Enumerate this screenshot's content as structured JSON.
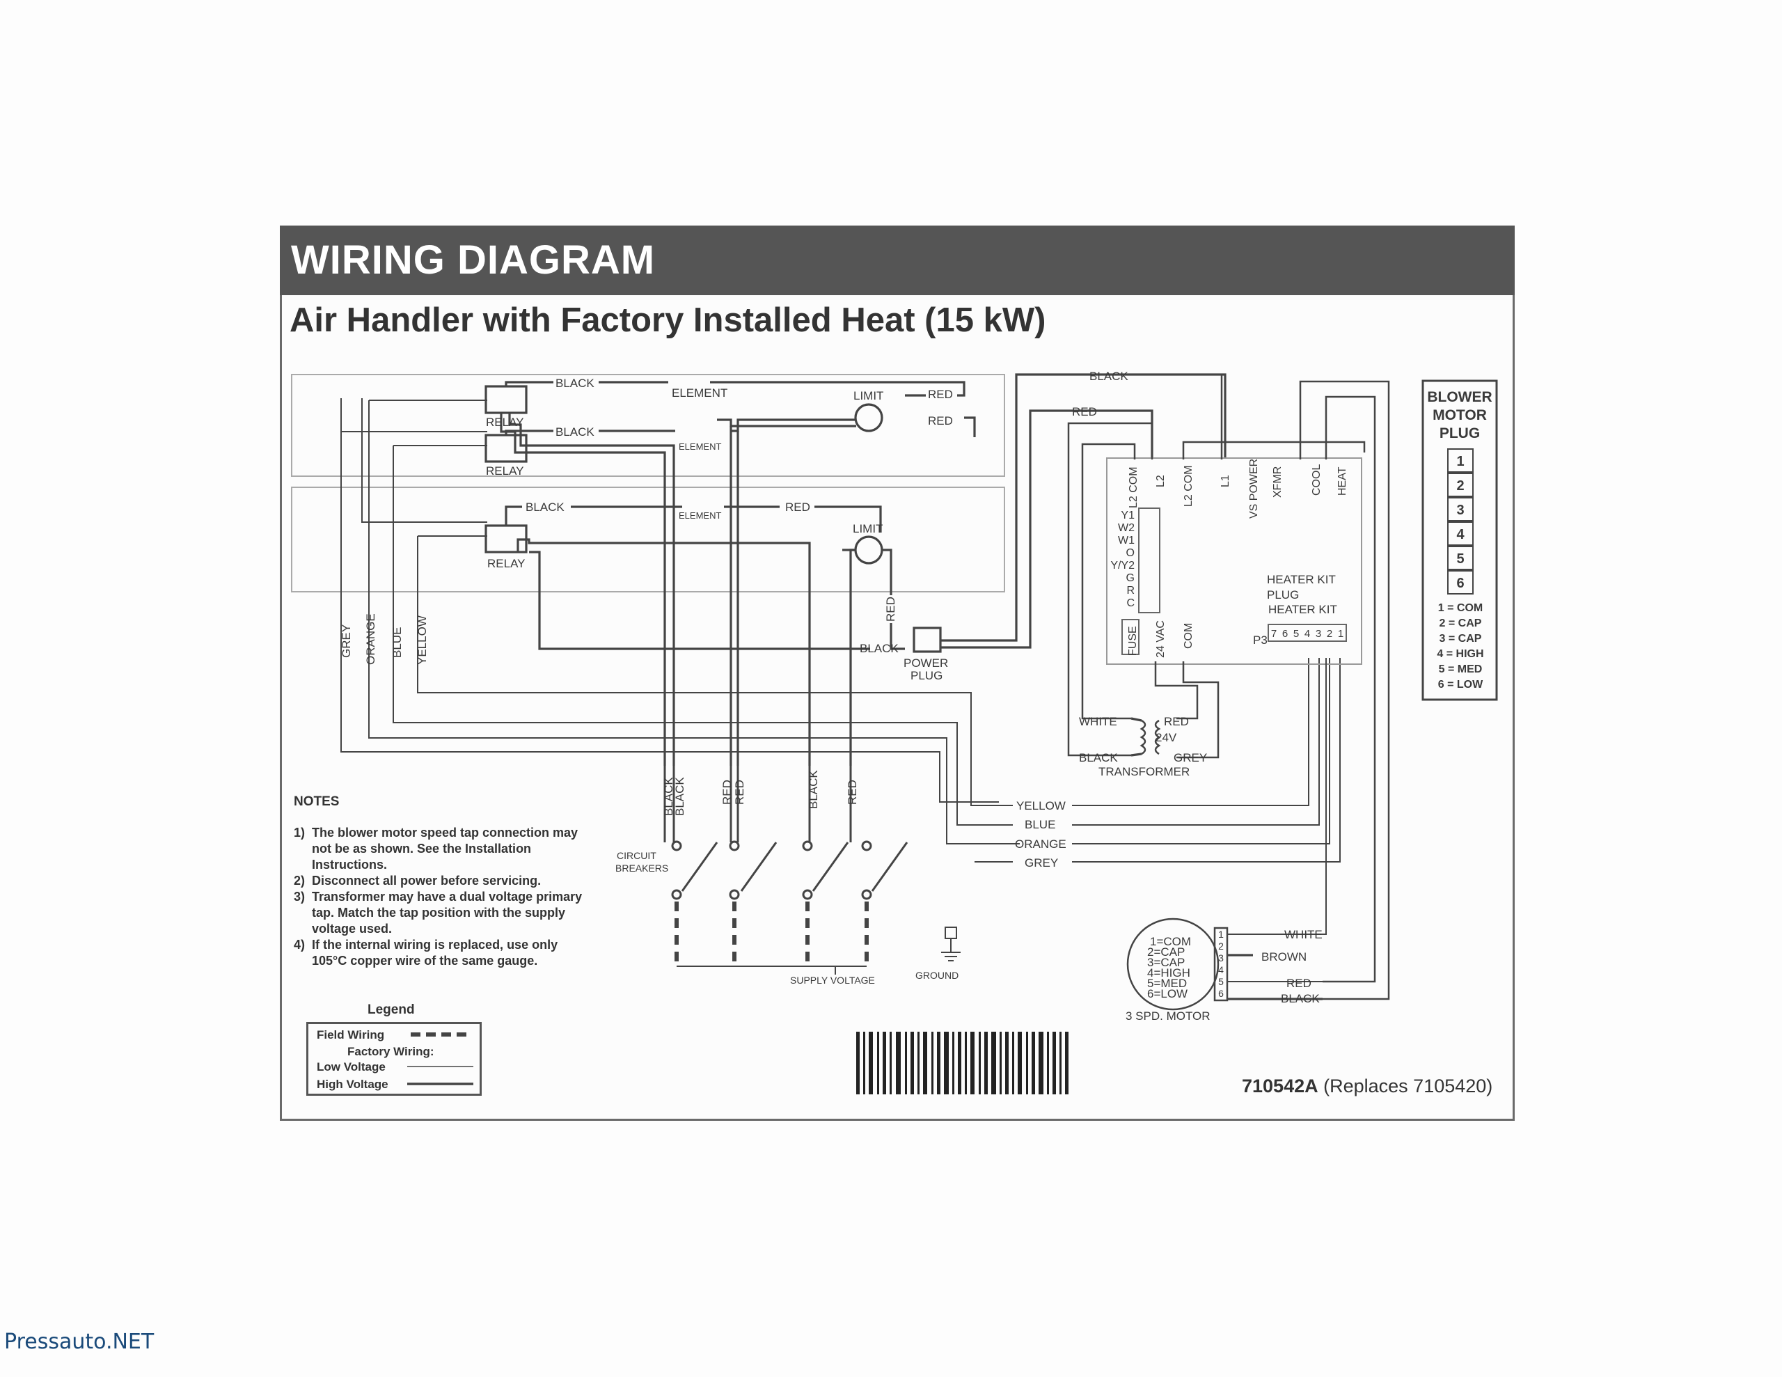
{
  "banner": {
    "title": "WIRING DIAGRAM"
  },
  "subtitle": "Air Handler with Factory Installed Heat (15 kW)",
  "wire_labels": {
    "black": "BLACK",
    "red": "RED",
    "element": "ELEMENT",
    "relay": "RELAY",
    "limit": "LIMIT",
    "grey": "GREY",
    "orange": "ORANGE",
    "blue": "BLUE",
    "yellow": "YELLOW",
    "white": "WHITE",
    "brown": "BROWN"
  },
  "power_plug": {
    "line1": "POWER",
    "line2": "PLUG"
  },
  "control_board": {
    "top_terminals": [
      "L2 COM",
      "L2",
      "L2 COM",
      "L1",
      "VS POWER",
      "XFMR",
      "COOL",
      "HEAT"
    ],
    "left_terminals": [
      "Y1",
      "W2",
      "W1",
      "O",
      "Y/Y2",
      "G",
      "R",
      "C"
    ],
    "bottom_terminals": [
      "FUSE",
      "24 VAC",
      "COM"
    ],
    "heater_kit_plug": {
      "line1": "HEATER KIT",
      "line2": "PLUG"
    },
    "p3_label": "P3",
    "p3_pins": [
      "7",
      "6",
      "5",
      "4",
      "3",
      "2",
      "1"
    ]
  },
  "transformer": {
    "label": "TRANSFORMER",
    "voltage": "24V"
  },
  "blower_motor_plug": {
    "title": [
      "BLOWER",
      "MOTOR",
      "PLUG"
    ],
    "pins": [
      "1",
      "2",
      "3",
      "4",
      "5",
      "6"
    ],
    "key": [
      "1 = COM",
      "2 = CAP",
      "3 = CAP",
      "4 = HIGH",
      "5 = MED",
      "6 = LOW"
    ]
  },
  "motor": {
    "label": "3 SPD. MOTOR",
    "taps": [
      "1=COM",
      "2=CAP",
      "3=CAP",
      "4=HIGH",
      "5=MED",
      "6=LOW"
    ],
    "pins": [
      "1",
      "2",
      "3",
      "4",
      "5",
      "6"
    ]
  },
  "circuit_breakers": {
    "line1": "CIRCUIT",
    "line2": "BREAKERS"
  },
  "supply_voltage": "SUPPLY VOLTAGE",
  "ground": "GROUND",
  "notes": {
    "heading": "NOTES",
    "items": [
      {
        "num": "1)",
        "text": "The blower motor speed tap connection may not be as shown. See the Installation Instructions."
      },
      {
        "num": "2)",
        "text": "Disconnect all power before servicing."
      },
      {
        "num": "3)",
        "text": "Transformer may have a dual voltage primary tap. Match the tap position with the supply voltage used."
      },
      {
        "num": "4)",
        "text": "If the internal wiring is replaced, use only 105°C copper wire of the same gauge."
      }
    ]
  },
  "legend": {
    "title": "Legend",
    "field_wiring": "Field Wiring",
    "factory_wiring": "Factory Wiring:",
    "low_voltage": "Low Voltage",
    "high_voltage": "High Voltage"
  },
  "part_number": {
    "code": "710542A",
    "replaces": "(Replaces 7105420)"
  },
  "watermark": "Pressauto.NET"
}
